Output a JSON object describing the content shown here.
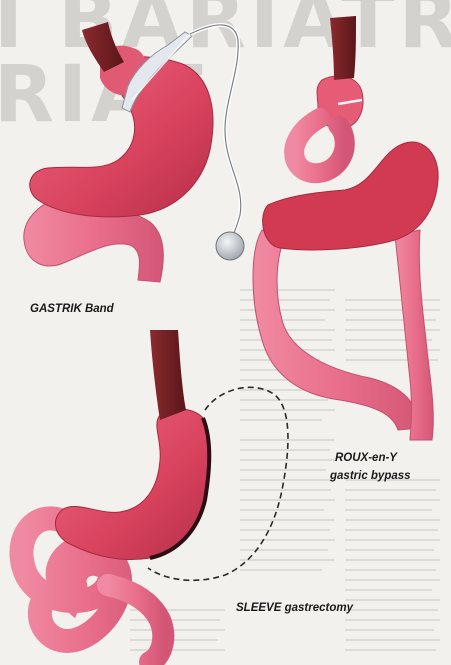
{
  "background": {
    "headline_line1": "I BARIATRI",
    "headline_line2": "RIAT",
    "subhead": "...gu...ungkin menjadi... (teks samar)"
  },
  "labels": {
    "band": {
      "caps": "GASTRIK",
      "rest": " Band"
    },
    "roux": {
      "line1_caps": "ROUX-en-Y",
      "line2": "gastric bypass"
    },
    "sleeve": {
      "caps": "SLEEVE",
      "rest": " gastrectomy"
    }
  },
  "colors": {
    "stomach": "#d9455e",
    "intestine": "#ec7390",
    "esophagus": "#6e1f22",
    "band": "#e9edf2",
    "paper": "#f3f1ee"
  }
}
